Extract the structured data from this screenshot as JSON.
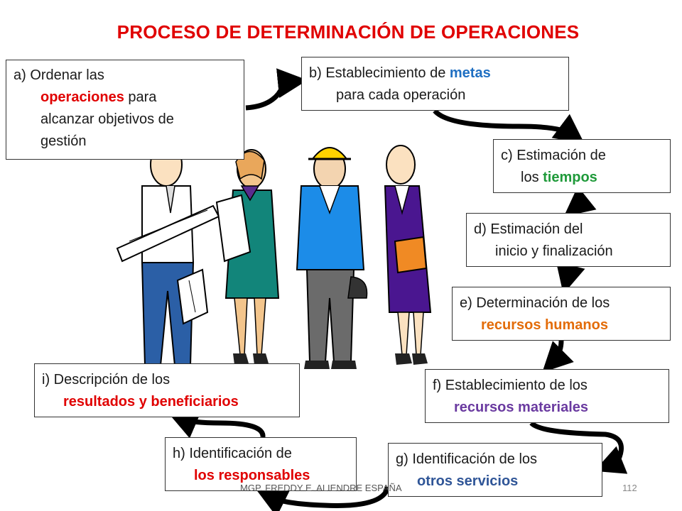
{
  "title": "PROCESO DE DETERMINACIÓN DE OPERACIONES",
  "colors": {
    "title": "#e00000",
    "red": "#e00000",
    "blue": "#1f6fc2",
    "green": "#1f9a3a",
    "orange": "#e36c09",
    "purple": "#6a3aa0",
    "slate": "#2f5597"
  },
  "boxes": {
    "a": {
      "l1_plain": "a) Ordenar las",
      "l2_hl": "operaciones",
      "l2_plain": " para",
      "l3": "alcanzar objetivos de",
      "l4": "gestión"
    },
    "b": {
      "l1_plain": "b) Establecimiento de ",
      "l1_hl": "metas",
      "l2": "para cada operación"
    },
    "c": {
      "l1": "c) Estimación de",
      "l2_plain": "los ",
      "l2_hl": "tiempos"
    },
    "d": {
      "l1": "d) Estimación del",
      "l2": "inicio y finalización"
    },
    "e": {
      "l1": "e) Determinación de los",
      "l2_hl": "recursos humanos"
    },
    "f": {
      "l1": "f) Establecimiento de los",
      "l2_hl": "recursos materiales"
    },
    "g": {
      "l1": "g) Identificación de los",
      "l2_hl": "otros servicios"
    },
    "h": {
      "l1": "h) Identificación de",
      "l2_hl": "los responsables"
    },
    "i": {
      "l1": "i) Descripción de los",
      "l2_hl": "resultados y beneficiarios"
    }
  },
  "footer": "MGP. FREDDY E. ALIENDRE ESPAÑA",
  "page_number": "112"
}
